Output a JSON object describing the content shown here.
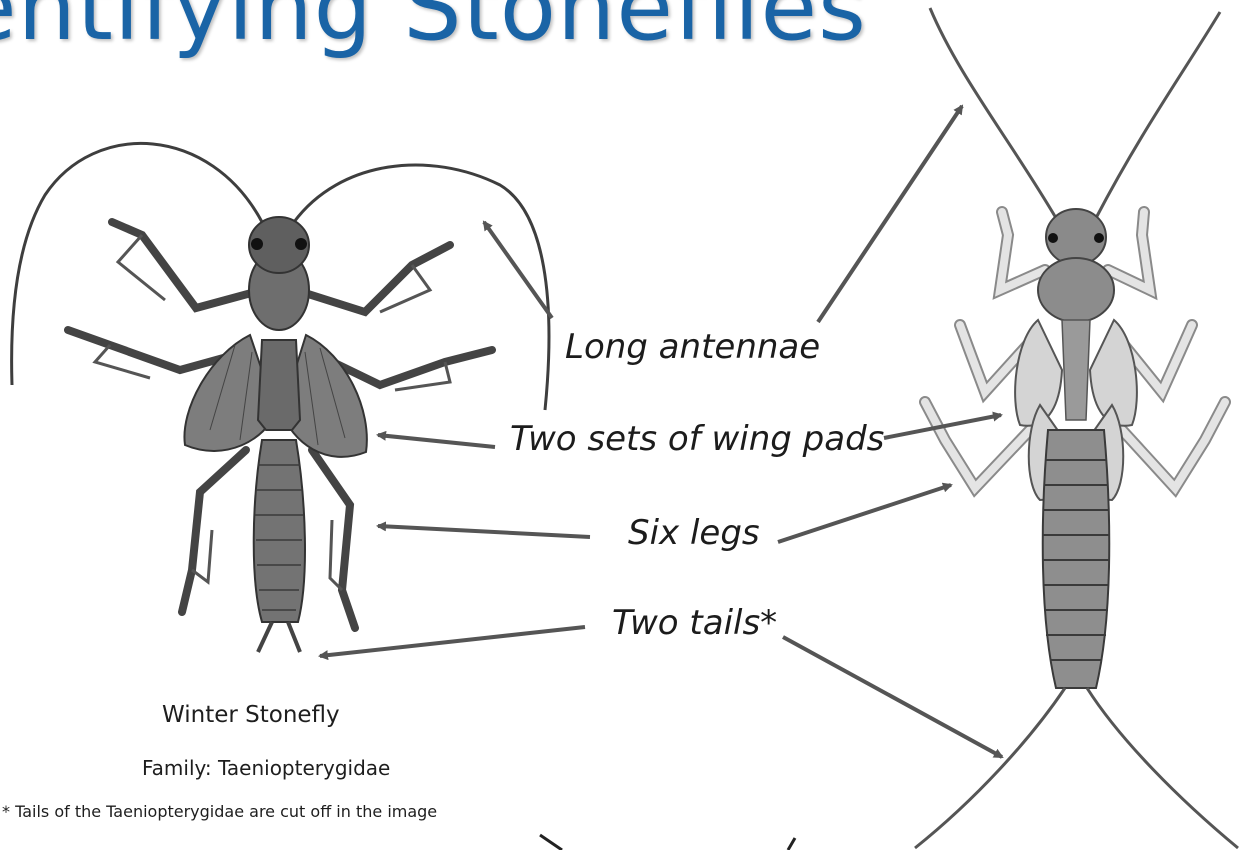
{
  "slide": {
    "title": "entifying Stoneflies",
    "specimen_name": "Winter Stonefly",
    "family": "Family: Taeniopterygidae",
    "footnote": "* Tails of the Taeniopterygidae are cut off in the image"
  },
  "labels": {
    "antennae": "Long antennae",
    "wing_pads": "Two sets of wing pads",
    "legs": "Six legs",
    "tails": "Two tails*"
  },
  "colors": {
    "title": "#1a64a6",
    "arrow": "#555555",
    "left_insect": "#6f6f6f",
    "right_insect_body": "#8e8e8e",
    "right_insect_pads": "#d4d4d4"
  }
}
